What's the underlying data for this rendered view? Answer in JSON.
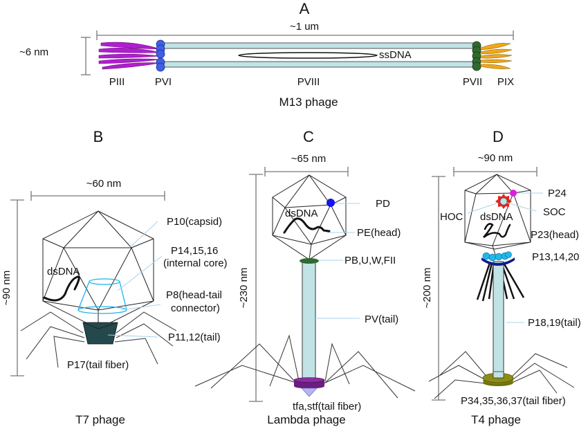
{
  "figure": {
    "panels": [
      {
        "id": "A",
        "caption": "M13 phage",
        "dimensions": {
          "length": "~1 um",
          "width": "~6 nm"
        },
        "labels": {
          "p3": "PIII",
          "p6": "PVI",
          "p8": "PVIII",
          "p7": "PVII",
          "p9": "PIX",
          "genome": "ssDNA"
        }
      },
      {
        "id": "B",
        "caption": "T7 phage",
        "dimensions": {
          "width": "~60 nm",
          "height": "~90 nm"
        },
        "labels": {
          "genome": "dsDNA",
          "capsid": "P10(capsid)",
          "core_1": "P14,15,16",
          "core_2": "(internal core)",
          "connector_1": "P8(head-tail",
          "connector_2": "connector)",
          "tail": "P11,12(tail)",
          "fiber": "P17(tail fiber)"
        }
      },
      {
        "id": "C",
        "caption": "Lambda phage",
        "dimensions": {
          "width": "~65 nm",
          "height": "~230 nm"
        },
        "labels": {
          "genome": "dsDNA",
          "pd": "PD",
          "head": "PE(head)",
          "connector": "PB,U,W,FII",
          "tail": "PV(tail)",
          "fiber": "tfa,stf(tail fiber)"
        }
      },
      {
        "id": "D",
        "caption": "T4 phage",
        "dimensions": {
          "width": "~90 nm",
          "height": "~200 nm"
        },
        "labels": {
          "genome": "dsDNA",
          "p24": "P24",
          "soc": "SOC",
          "hoc": "HOC",
          "head": "P23(head)",
          "neck": "P13,14,20",
          "tail": "P18,19(tail)",
          "fiber": "P34,35,36,37(tail fiber)"
        }
      }
    ],
    "colors": {
      "m13_p3": "#b01ecf",
      "m13_p6": "#3e5fe6",
      "m13_p7": "#2f6b2f",
      "m13_p9": "#f0a818",
      "m13_body": "#bfe3e6",
      "tail_tube": "#c2e3e6",
      "t7_core": "#19b4ec",
      "t7_tail": "#23494d",
      "lambda_pd": "#1414ee",
      "lambda_connector": "#2e6a33",
      "lambda_baseplate": "#6a1e80",
      "lambda_tip": "#b4b4f0",
      "t4_p24": "#e01ce0",
      "t4_hoc": "#e3251f",
      "t4_neck_balls": "#22b8ea",
      "t4_collar": "#0f1a8a",
      "t4_baseplate": "#8c8c18",
      "leader": "#a9d3ee"
    }
  }
}
